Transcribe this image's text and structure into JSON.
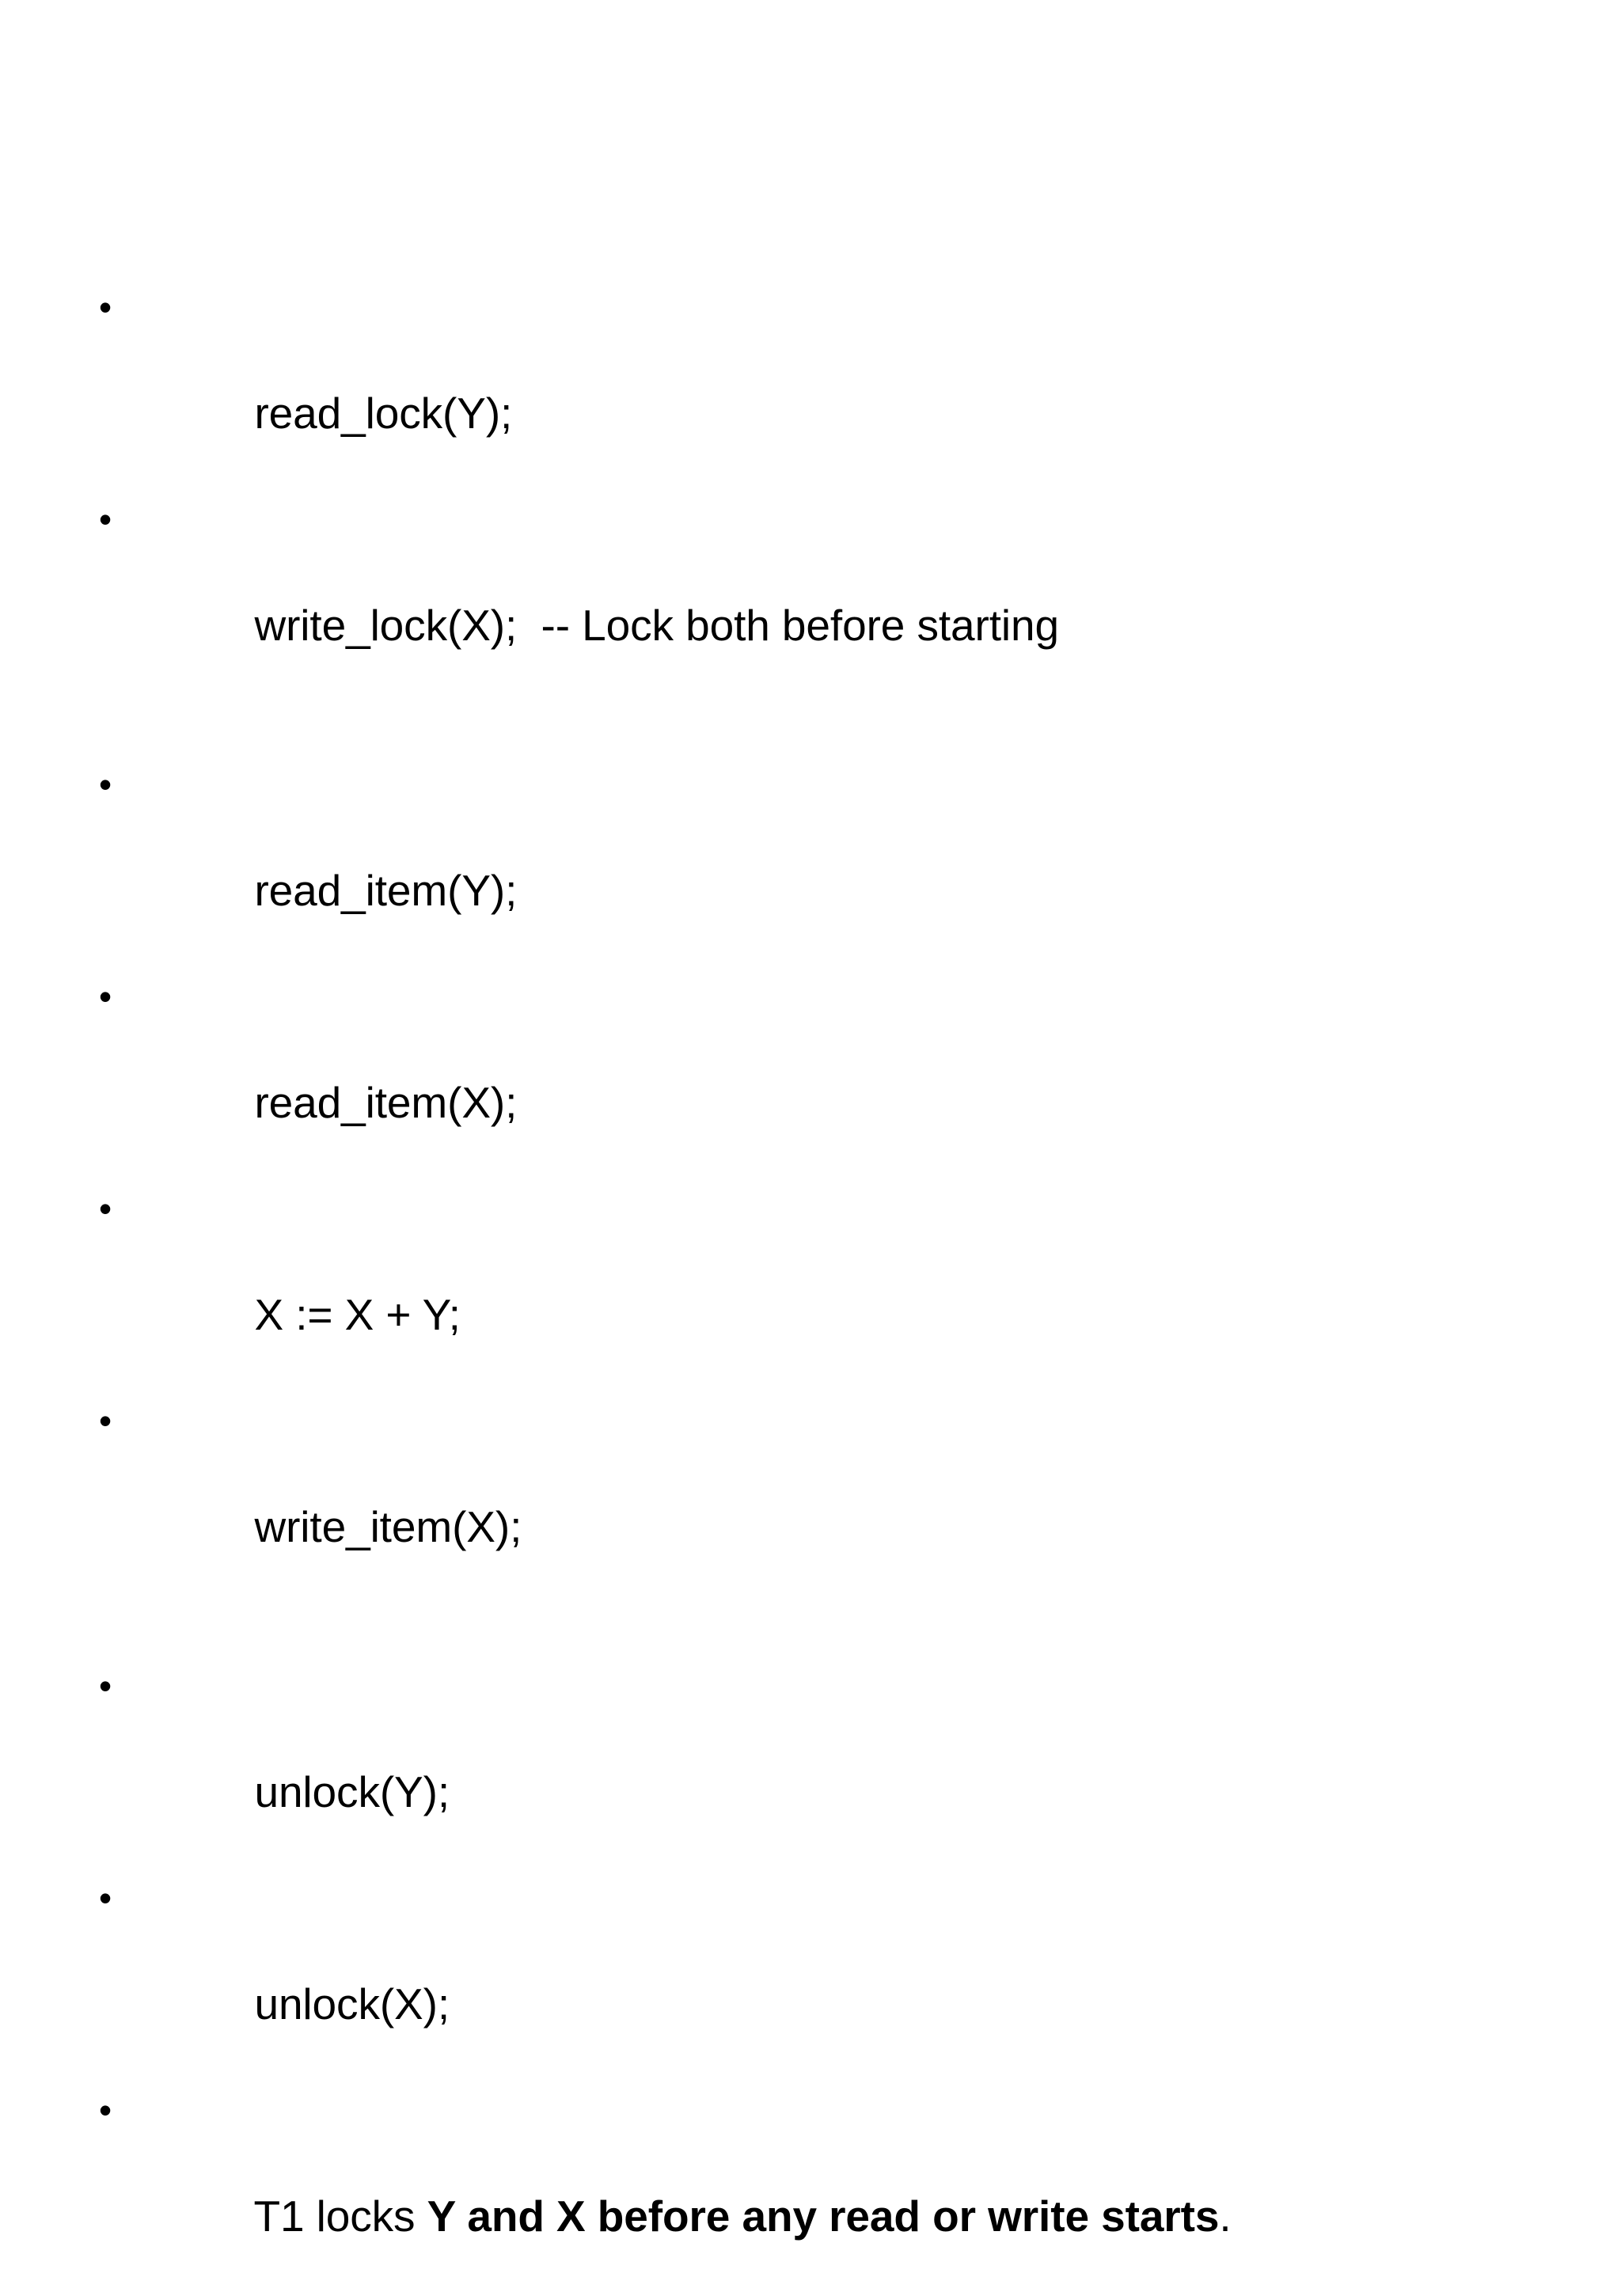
{
  "slide": {
    "background_color": "#ffffff",
    "text_color": "#000000",
    "bullet_glyph": "•",
    "content": [
      {
        "type": "bullet",
        "text": "read_lock(Y);"
      },
      {
        "type": "bullet",
        "text": "write_lock(X);  -- Lock both before starting"
      },
      {
        "type": "blank"
      },
      {
        "type": "bullet",
        "text": "read_item(Y);"
      },
      {
        "type": "bullet",
        "text": "read_item(X);"
      },
      {
        "type": "bullet",
        "text": "X := X + Y;"
      },
      {
        "type": "bullet",
        "text": "write_item(X);"
      },
      {
        "type": "blank"
      },
      {
        "type": "bullet",
        "text": "unlock(Y);"
      },
      {
        "type": "bullet",
        "text": "unlock(X);"
      },
      {
        "type": "bullet_rich",
        "text": "T1 locks Y and X before any read or write starts.",
        "segments": [
          {
            "text": "T1 locks ",
            "bold": false
          },
          {
            "text": "Y and X before any read or write starts",
            "bold": true
          },
          {
            "text": ".",
            "bold": false
          }
        ]
      }
    ]
  }
}
